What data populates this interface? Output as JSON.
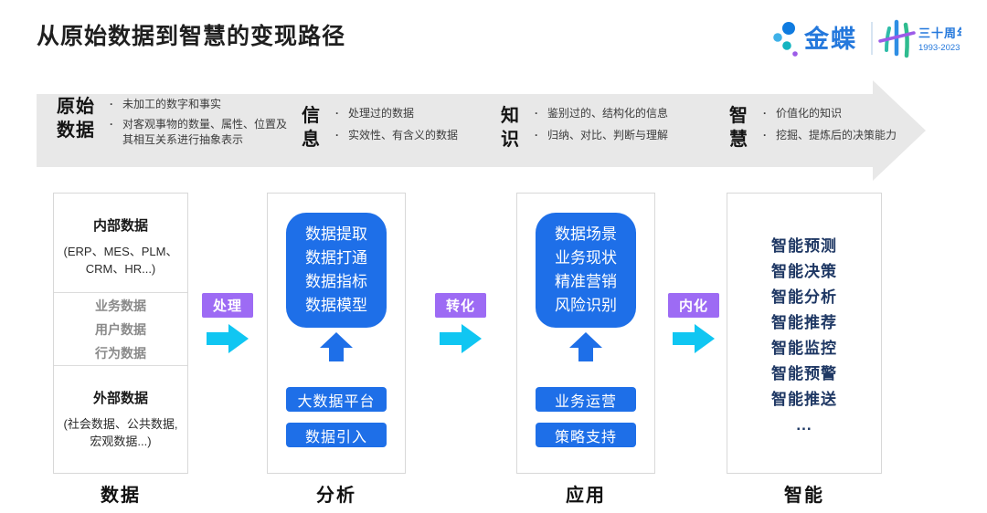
{
  "title": "从原始数据到智慧的变现路径",
  "logo": {
    "brand": "金蝶",
    "anniversary": "三十周年",
    "years": "1993-2023"
  },
  "banner": {
    "bullet_char": "·",
    "stages": [
      {
        "heading_lines": [
          "原始",
          "数据"
        ],
        "bullets": [
          "未加工的数字和事实",
          "对客观事物的数量、属性、位置及其相互关系进行抽象表示"
        ]
      },
      {
        "heading_lines": [
          "信",
          "息"
        ],
        "bullets": [
          "处理过的数据",
          "实效性、有含义的数据"
        ]
      },
      {
        "heading_lines": [
          "知",
          "识"
        ],
        "bullets": [
          "鉴别过的、结构化的信息",
          "归纳、对比、判断与理解"
        ]
      },
      {
        "heading_lines": [
          "智",
          "慧"
        ],
        "bullets": [
          "价值化的知识",
          "挖掘、提炼后的决策能力"
        ]
      }
    ]
  },
  "connectors": [
    {
      "label": "处理"
    },
    {
      "label": "转化"
    },
    {
      "label": "内化"
    }
  ],
  "columns": [
    {
      "label": "数据",
      "sections": [
        {
          "title": "内部数据",
          "lines": [
            "(ERP、MES、PLM、",
            "CRM、HR...)"
          ]
        },
        {
          "items": [
            "业务数据",
            "用户数据",
            "行为数据"
          ]
        },
        {
          "title": "外部数据",
          "lines": [
            "(社会数据、公共数据,",
            "宏观数据...)"
          ]
        }
      ]
    },
    {
      "label": "分析",
      "box_lines": [
        "数据提取",
        "数据打通",
        "数据指标",
        "数据模型"
      ],
      "buttons": [
        "大数据平台",
        "数据引入"
      ]
    },
    {
      "label": "应用",
      "box_lines": [
        "数据场景",
        "业务现状",
        "精准营销",
        "风险识别"
      ],
      "buttons": [
        "业务运营",
        "策略支持"
      ]
    },
    {
      "label": "智能",
      "items": [
        "智能预测",
        "智能决策",
        "智能分析",
        "智能推荐",
        "智能监控",
        "智能预警",
        "智能推送",
        "..."
      ]
    }
  ],
  "colors": {
    "primary_blue": "#1E6FE8",
    "navy_text": "#1F3864",
    "cyan_arrow": "#10C6F2",
    "purple_label": "#9D6BF4",
    "banner_gray": "#E8E8E8",
    "kingdee_blue": "#2478DC",
    "logo_teal": "#2FBCA8",
    "logo_light_blue": "#3FB1E8",
    "logo_purple": "#9C5BE8"
  }
}
